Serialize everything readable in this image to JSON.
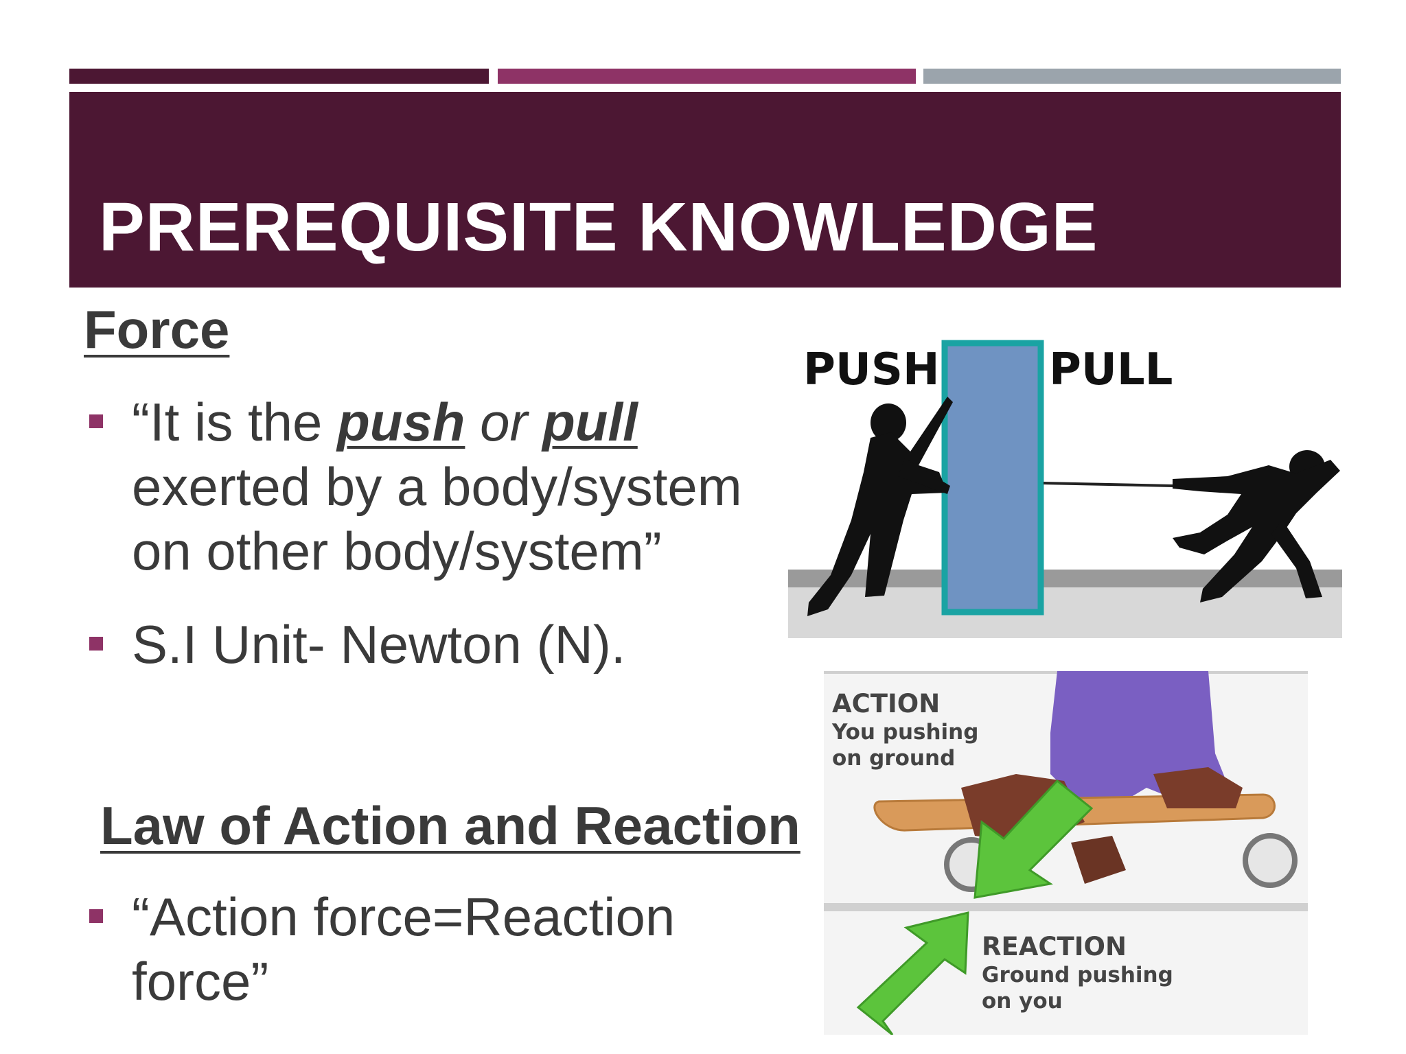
{
  "slide": {
    "title": "PREREQUISITE KNOWLEDGE",
    "accent_colors": [
      "#4c1733",
      "#8e3366",
      "#9ba4ac"
    ]
  },
  "force_section": {
    "heading": "Force",
    "bullet1": {
      "open": "“It is the ",
      "push": "push",
      "or": " or ",
      "pull": "pull",
      "line2": "exerted by a body/system",
      "line3": "on other body/system”"
    },
    "bullet2": "S.I Unit- Newton (N)."
  },
  "law_section": {
    "heading": "Law of Action and Reaction",
    "bullet1_line1": "“Action force=Reaction",
    "bullet1_line2": "force”"
  },
  "push_pull_image": {
    "push_label": "PUSH",
    "pull_label": "PULL"
  },
  "action_reaction_image": {
    "action_title": "ACTION",
    "action_line1": "You pushing",
    "action_line2": "on ground",
    "reaction_title": "REACTION",
    "reaction_line1": "Ground pushing",
    "reaction_line2": "on you"
  }
}
